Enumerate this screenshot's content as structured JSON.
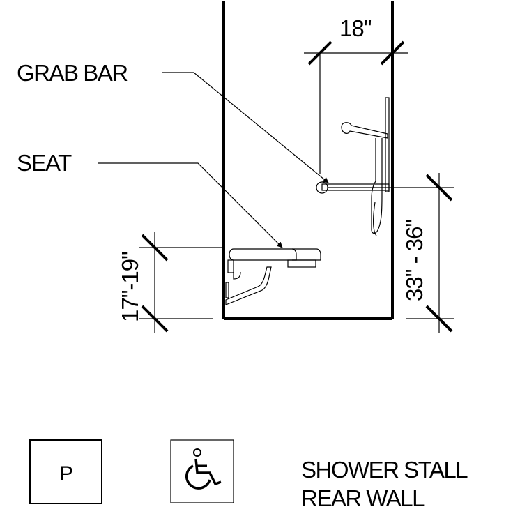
{
  "labels": {
    "grab_bar": "GRAB BAR",
    "seat": "SEAT"
  },
  "dimensions": {
    "grab_bar_offset": "18\"",
    "grab_bar_height": "33\" - 36\"",
    "seat_height": "17\"-19\""
  },
  "symbols": {
    "plumbing_box_letter": "P",
    "accessibility_icon": "wheelchair-icon"
  },
  "title": {
    "line1": "SHOWER STALL",
    "line2": "REAR WALL"
  }
}
